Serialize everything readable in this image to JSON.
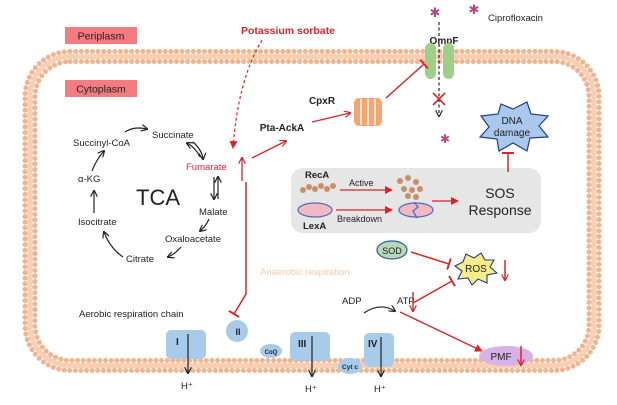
{
  "labels": {
    "periplasm": "Periplasm",
    "cytoplasm": "Cytoplasm",
    "potassium_sorbate": "Potassium sorbate",
    "ciprofloxacin": "Ciprofloxacin",
    "ompf": "OmpF",
    "cpxr": "CpxR",
    "pta_acka": "Pta-AckA",
    "tca": "TCA",
    "succinyl_coa": "Succinyl-CoA",
    "succinate": "Succinate",
    "fumarate": "Fumarate",
    "alpha_kg": "α-KG",
    "malate": "Malate",
    "isocitrate": "Isocitrate",
    "oxaloacetate": "Oxaloacetate",
    "citrate": "Citrate",
    "dna_damage_line1": "DNA",
    "dna_damage_line2": "damage",
    "reca": "RecA",
    "active": "Active",
    "lexa": "LexA",
    "breakdown": "Breakdown",
    "sos_line1": "SOS",
    "sos_line2": "Response",
    "sod": "SOD",
    "ros": "ROS",
    "anaerobic": "Anaerobic respiration",
    "aerobic_chain": "Aerobic respiration chain",
    "adp": "ADP",
    "atp": "ATP",
    "complex_i": "I",
    "complex_ii": "II",
    "complex_iii": "III",
    "complex_iv": "IV",
    "coq": "CoQ",
    "cytc": "Cyt c",
    "hplus_1": "H⁺",
    "hplus_2": "H⁺",
    "hplus_3": "H⁺",
    "pmf": "PMF"
  },
  "colors": {
    "membrane_bead": "#f2b48e",
    "membrane_tail": "#f6cfb5",
    "label_box": "#f47b80",
    "inhibitor_red": "#d9242b",
    "protein_blue": "#a8cbe9",
    "ompf_green": "#9fd08a",
    "cpxr_orange": "#f4a672",
    "sos_box": "#e6e6e6",
    "dna_damage_fill": "#a9c8ec",
    "ros_fill": "#f7ec86",
    "pmf_fill": "#d8b2e6",
    "sod_fill": "#b6d7b8",
    "reca_dot": "#c8906a",
    "lexa_fill": "#f2b9c4",
    "anaerobic_text": "#f5c9ad"
  }
}
